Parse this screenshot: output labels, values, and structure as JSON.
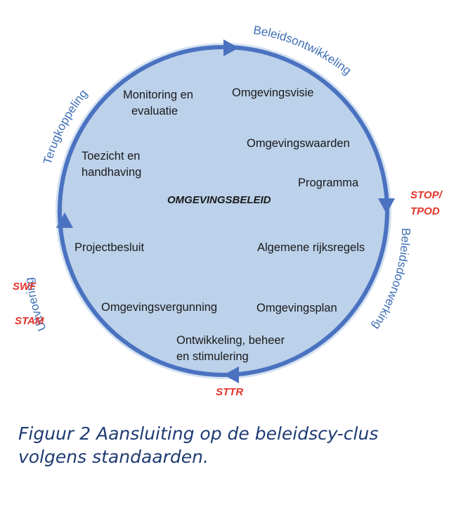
{
  "diagram": {
    "center_label": "OMGEVINGSBELEID",
    "phases": [
      {
        "label": "Beleidsontwikkeling"
      },
      {
        "label": "Beleidsdoorwerking"
      },
      {
        "label": "Uitvoering"
      },
      {
        "label": "Terugkoppeling"
      }
    ],
    "inner_items": [
      {
        "lines": [
          "Monitoring en",
          "evaluatie"
        ]
      },
      {
        "lines": [
          "Omgevingsvisie"
        ]
      },
      {
        "lines": [
          "Omgevingswaarden"
        ]
      },
      {
        "lines": [
          "Toezicht en",
          "handhaving"
        ]
      },
      {
        "lines": [
          "Programma"
        ]
      },
      {
        "lines": [
          "Algemene rijksregels"
        ]
      },
      {
        "lines": [
          "Projectbesluit"
        ]
      },
      {
        "lines": [
          "Omgevingsvergunning"
        ]
      },
      {
        "lines": [
          "Omgevingsplan"
        ]
      },
      {
        "lines": [
          "Ontwikkeling, beheer",
          "en stimulering"
        ]
      }
    ],
    "standards": [
      {
        "lines": [
          "STOP/",
          "TPOD"
        ]
      },
      {
        "lines": [
          "SWF"
        ]
      },
      {
        "lines": [
          "STAM"
        ]
      },
      {
        "lines": [
          "STTR"
        ]
      }
    ],
    "colors": {
      "circle_fill": "#bcd1ea",
      "arrow": "#4a72c0",
      "arc_text": "#3f6fb5",
      "standard_text": "#e2332b",
      "caption_text": "#1f3b73"
    }
  },
  "caption": "Figuur 2 Aansluiting op de beleidscy-clus volgens standaarden."
}
